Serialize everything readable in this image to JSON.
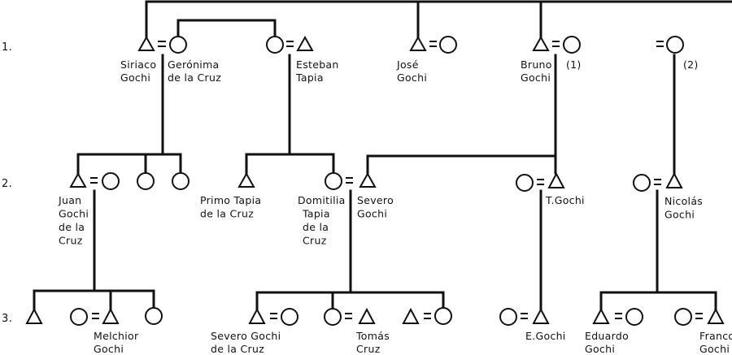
{
  "diagram": {
    "type": "kinship-chart",
    "symbols": {
      "male": "triangle",
      "female": "circle",
      "marriage": "="
    },
    "generation_labels": [
      "1.",
      "2.",
      "3."
    ],
    "notes": [
      "(1)",
      "(2)"
    ],
    "people": {
      "siriaco": [
        "Siriaco",
        "Gochi"
      ],
      "geronima": [
        "Gerónima",
        "de la Cruz"
      ],
      "esteban": [
        "Esteban",
        "Tapia"
      ],
      "jose": [
        "José",
        "Gochi"
      ],
      "bruno": [
        "Bruno",
        "Gochi"
      ],
      "juan": [
        "Juan",
        "Gochi",
        "de la",
        "Cruz"
      ],
      "primo": [
        "Primo Tapia",
        "de la Cruz"
      ],
      "domitilia": [
        "Domitilia",
        "Tapia",
        "de la",
        "Cruz"
      ],
      "severo": [
        "Severo",
        "Gochi"
      ],
      "tgochi": [
        "T.Gochi"
      ],
      "nicolas": [
        "Nicolás",
        "Gochi"
      ],
      "melchior": [
        "Melchior",
        "Gochi"
      ],
      "severo_jr": [
        "Severo Gochi",
        "de la Cruz"
      ],
      "tomas": [
        "Tomás",
        "Cruz"
      ],
      "egochi": [
        "E.Gochi"
      ],
      "eduardo": [
        "Eduardo",
        "Gochi"
      ],
      "franco": [
        "Franco",
        "Gochi"
      ]
    }
  }
}
